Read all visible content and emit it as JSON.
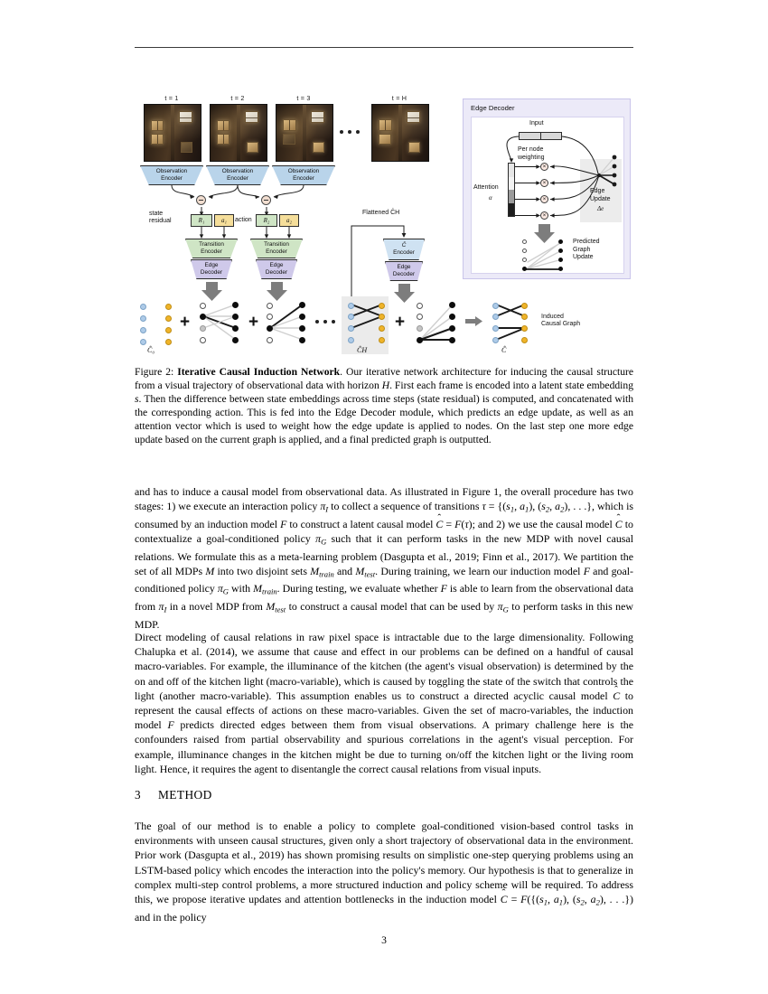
{
  "document": {
    "page_number": "3",
    "figure": {
      "timeline_labels": [
        "t = 1",
        "t = 2",
        "t = 3",
        "t = H"
      ],
      "observation_encoder": [
        "Observation",
        "Encoder"
      ],
      "transition_encoder": [
        "Transition",
        "Encoder"
      ],
      "edge_decoder": [
        "Edge",
        "Decoder"
      ],
      "c_encoder_top": "Ĉ",
      "c_encoder_bottom": "Encoder",
      "state_residual_label_line1": "state",
      "state_residual_label_line2": "residual",
      "action_label": "action",
      "residual_boxes": [
        "R₁",
        "R₂"
      ],
      "action_boxes": [
        "a₁",
        "a₂"
      ],
      "flattened_label": "Flattened ĈH",
      "graph_labels": {
        "initial": "Ĉ₀",
        "step_h": "ĈH",
        "final": "Ĉ"
      },
      "induced_label_line1": "Induced",
      "induced_label_line2": "Causal Graph",
      "inset": {
        "title": "Edge Decoder",
        "input_label": "Input",
        "per_node_line1": "Per node",
        "per_node_line2": "weighting",
        "attention_label": "Attention",
        "attention_symbol": "α",
        "edge_update_line1": "Edge",
        "edge_update_line2": "Update",
        "edge_update_symbol": "Δe",
        "predicted_line1": "Predicted",
        "predicted_line2": "Graph",
        "predicted_line3": "Update",
        "multiply_symbol": "×"
      }
    },
    "caption": {
      "label": "Figure 2:",
      "bold_title": "Iterative Causal Induction Network",
      "text": ". Our iterative network architecture for inducing the causal structure from a visual trajectory of observational data with horizon H. First each frame is encoded into a latent state embedding s. Then the difference between state embeddings across time steps (state residual) is computed, and concatenated with the corresponding action. This is fed into the Edge Decoder module, which predicts an edge update, as well as an attention vector which is used to weight how the edge update is applied to nodes. On the last step one more edge update based on the current graph is applied, and a final predicted graph is outputted."
    },
    "paragraphs": {
      "p1": "and has to induce a causal model from observational data. As illustrated in Figure 1, the overall procedure has two stages: 1) we execute an interaction policy πI to collect a sequence of transitions τ = {(s1, a1), (s2, a2), . . .}, which is consumed by an induction model F to construct a latent causal model Ĉ = F(τ); and 2) we use the causal model Ĉ to contextualize a goal-conditioned policy πG such that it can perform tasks in the new MDP with novel causal relations. We formulate this as a meta-learning problem (Dasgupta et al., 2019; Finn et al., 2017). We partition the set of all MDPs M into two disjoint sets Mtrain and Mtest. During training, we learn our induction model F and goal-conditioned policy πG with Mtrain. During testing, we evaluate whether F is able to learn from the observational data from πI in a novel MDP from Mtest to construct a causal model that can be used by πG to perform tasks in this new MDP.",
      "p2": "Direct modeling of causal relations in raw pixel space is intractable due to the large dimensionality. Following Chalupka et al. (2014), we assume that cause and effect in our problems can be defined on a handful of causal macro-variables. For example, the illuminance of the kitchen (the agent's visual observation) is determined by the on and off of the kitchen light (macro-variable), which is caused by toggling the state of the switch that controls the light (another macro-variable). This assumption enables us to construct a directed acyclic causal model Ĉ to represent the causal effects of actions on these macro-variables. Given the set of macro-variables, the induction model F predicts directed edges between them from visual observations. A primary challenge here is the confounders raised from partial observability and spurious correlations in the agent's visual perception. For example, illuminance changes in the kitchen might be due to turning on/off the kitchen light or the living room light. Hence, it requires the agent to disentangle the correct causal relations from visual inputs.",
      "p3": "The goal of our method is to enable a policy to complete goal-conditioned vision-based control tasks in environments with unseen causal structures, given only a short trajectory of observational data in the environment. Prior work (Dasgupta et al., 2019) has shown promising results on simplistic one-step querying problems using an LSTM-based policy which encodes the interaction into the policy's memory. Our hypothesis is that to generalize in complex multi-step control problems, a more structured induction and policy scheme will be required. To address this, we propose iterative updates and attention bottlenecks in the induction model Ĉ = F({(s1, a1), (s2, a2), . . .}) and in the policy"
    },
    "section": {
      "number": "3",
      "title": "METHOD"
    },
    "colors": {
      "observation_encoder": "#b9d4ea",
      "transition_encoder": "#cfe5c5",
      "edge_decoder": "#cfc9ea",
      "inset_background": "#eceaf8",
      "node_blue": "#aecbe8",
      "node_gold": "#f0b429",
      "node_black": "#0d0d0d"
    }
  }
}
